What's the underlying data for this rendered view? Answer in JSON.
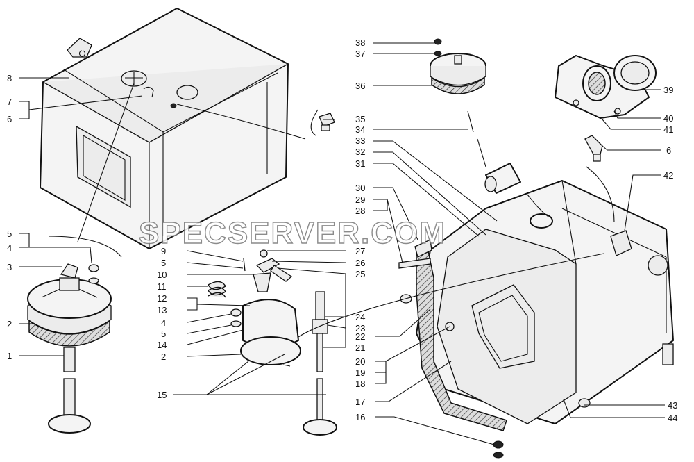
{
  "watermark": "SPECSERVER.COM",
  "callouts": [
    "38",
    "37",
    "36",
    "35",
    "34",
    "33",
    "32",
    "31",
    "30",
    "29",
    "28",
    "39",
    "40",
    "41",
    "6",
    "42",
    "8",
    "7",
    "6",
    "5",
    "4",
    "3",
    "2",
    "1",
    "9",
    "5",
    "10",
    "11",
    "12",
    "13",
    "4",
    "5",
    "14",
    "2",
    "15",
    "27",
    "26",
    "25",
    "24",
    "23",
    "21",
    "22",
    "20",
    "19",
    "18",
    "17",
    "16",
    "43",
    "44"
  ]
}
